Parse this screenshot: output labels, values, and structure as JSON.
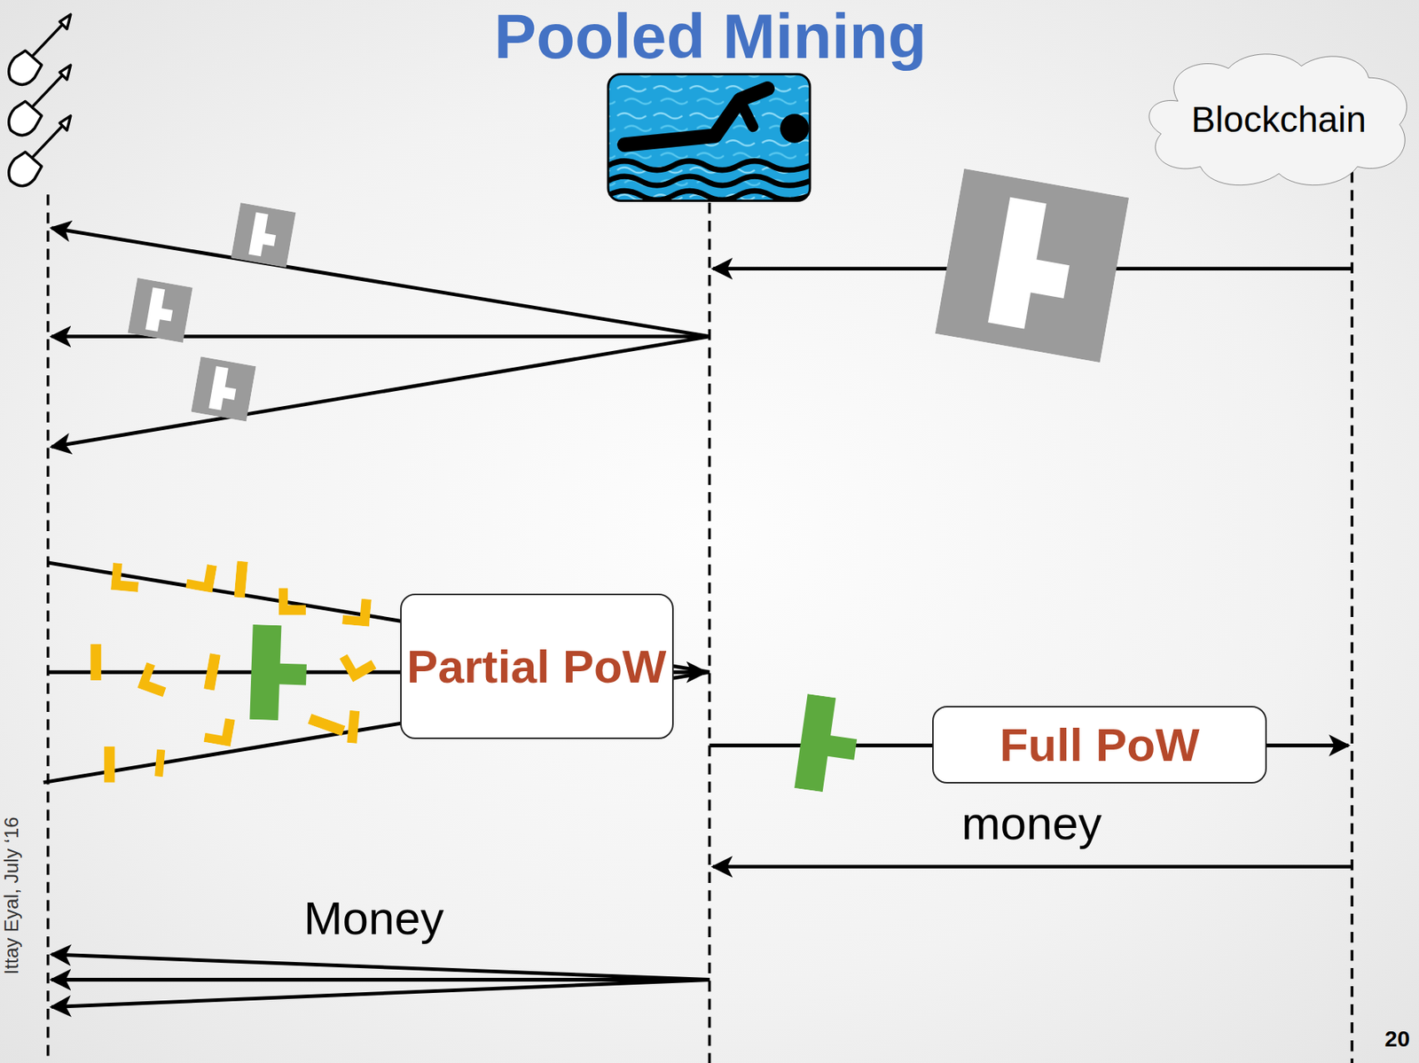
{
  "diagram": {
    "title": "Pooled Mining",
    "nodes": [
      {
        "text": [
          "Blockchain"
        ]
      },
      {
        "text": [
          "Partial PoW"
        ]
      },
      {
        "text": [
          "Full PoW"
        ]
      }
    ],
    "labels": [
      "money",
      "Money",
      "Ittay Eyal, July ‘16",
      "20"
    ]
  }
}
